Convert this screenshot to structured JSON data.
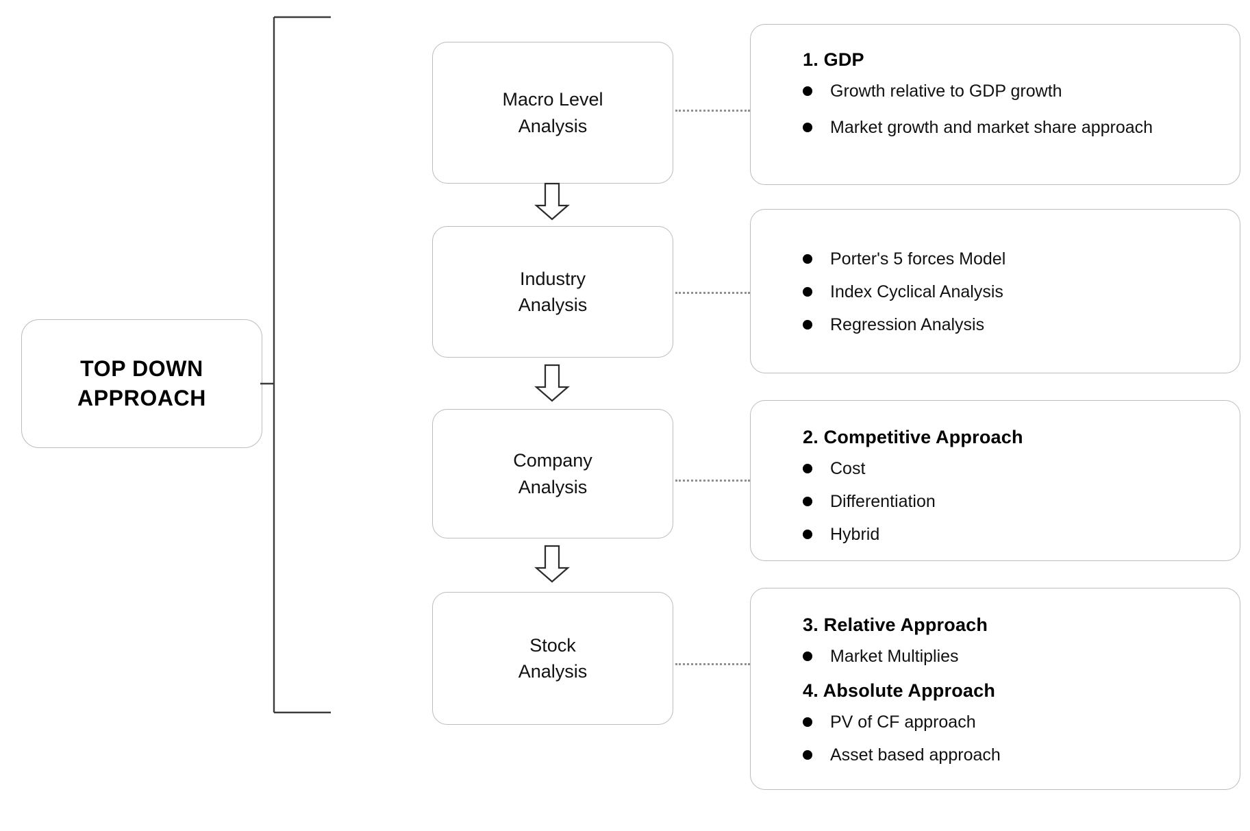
{
  "diagram": {
    "title": "TOP DOWN APPROACH",
    "root": {
      "line1": "TOP DOWN",
      "line2": "APPROACH"
    },
    "connector_icon": "bracket-connector",
    "arrow_icon": "down-arrow-icon",
    "dotted_link_icon": "dotted-line-connector",
    "colors": {
      "background": "#ffffff",
      "box_border": "#b9bcc0",
      "text": "#111111",
      "heading": "#000000",
      "dotted_line": "#8d9195",
      "bullet": "#000000"
    },
    "stages": [
      {
        "id": "macro-level-analysis",
        "line1": "Macro Level",
        "line2": "Analysis",
        "panel": {
          "id": "gdp-panel",
          "sections": [
            {
              "heading": "1. GDP",
              "bullets": [
                "Growth relative to GDP growth",
                "Market growth and market share approach"
              ]
            }
          ]
        }
      },
      {
        "id": "industry-analysis",
        "line1": "Industry",
        "line2": "Analysis",
        "panel": {
          "id": "industry-methods-panel",
          "sections": [
            {
              "heading": "",
              "bullets": [
                "Porter's 5 forces Model",
                "Index Cyclical Analysis",
                "Regression Analysis"
              ]
            }
          ]
        }
      },
      {
        "id": "company-analysis",
        "line1": "Company",
        "line2": "Analysis",
        "panel": {
          "id": "competitive-approach-panel",
          "sections": [
            {
              "heading": "2.  Competitive Approach",
              "bullets": [
                "Cost",
                "Differentiation",
                "Hybrid"
              ]
            }
          ]
        }
      },
      {
        "id": "stock-analysis",
        "line1": "Stock",
        "line2": "Analysis",
        "panel": {
          "id": "valuation-approach-panel",
          "sections": [
            {
              "heading": "3.  Relative Approach",
              "bullets": [
                "Market Multiplies"
              ]
            },
            {
              "heading": "4. Absolute Approach",
              "bullets": [
                "PV of CF approach",
                "Asset based approach"
              ]
            }
          ]
        }
      }
    ]
  }
}
